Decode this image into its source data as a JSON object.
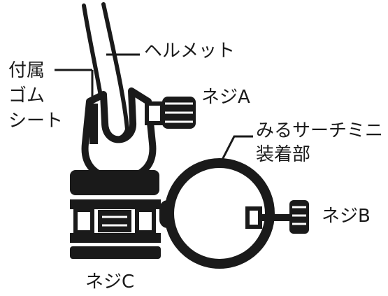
{
  "labels": {
    "helmet": "ヘルメット",
    "sheet_line1": "付属",
    "sheet_line2": "ゴム",
    "sheet_line3": "シート",
    "screw_a": "ネジA",
    "mount_line1": "みるサーチミニ",
    "mount_line2": "装着部",
    "screw_b": "ネジB",
    "screw_c": "ネジC"
  },
  "colors": {
    "ink": "#1a1a1a",
    "background": "#ffffff"
  }
}
